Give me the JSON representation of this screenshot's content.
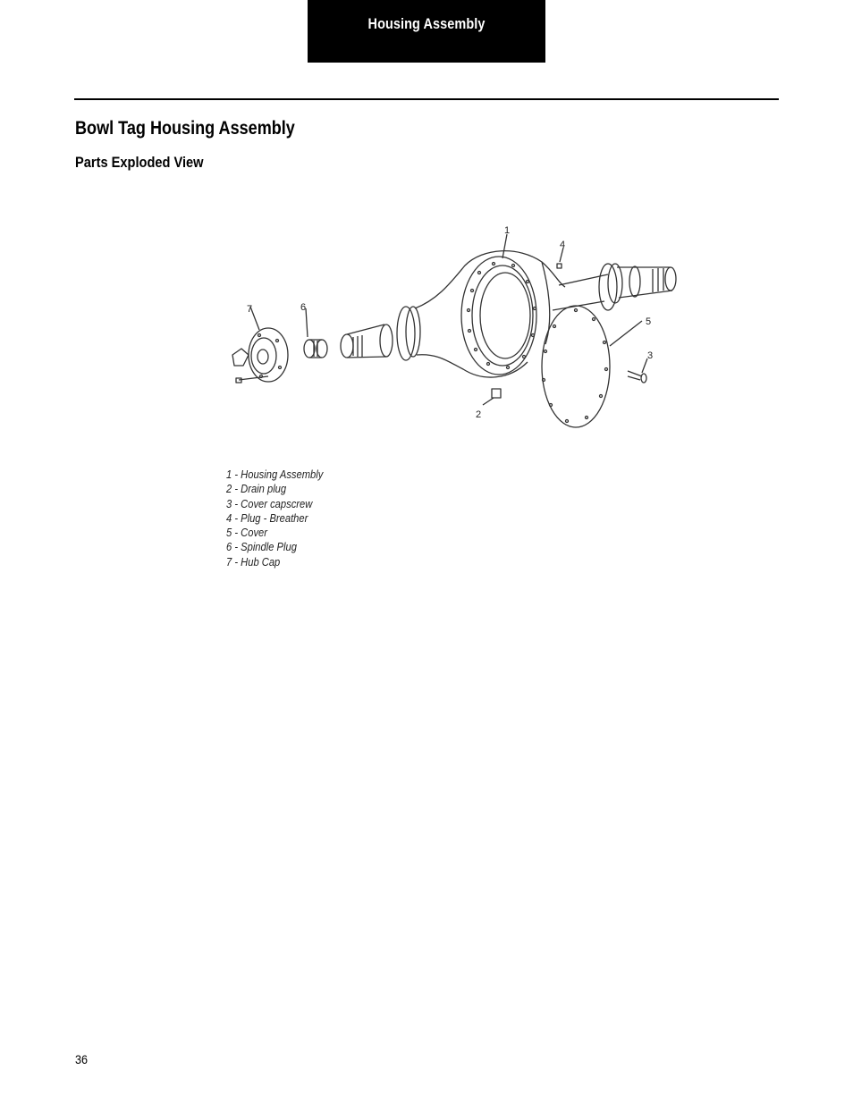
{
  "header": {
    "section_tab": "Housing Assembly"
  },
  "content": {
    "title": "Bowl Tag Housing Assembly",
    "subtitle": "Parts Exploded View"
  },
  "figure": {
    "callouts": [
      "1",
      "2",
      "3",
      "4",
      "5",
      "6",
      "7"
    ],
    "legend": [
      "1 - Housing Assembly",
      "2 - Drain plug",
      "3 - Cover capscrew",
      "4 - Plug - Breather",
      "5 - Cover",
      "6 - Spindle Plug",
      "7 - Hub Cap"
    ]
  },
  "footer": {
    "page_number": "36"
  }
}
